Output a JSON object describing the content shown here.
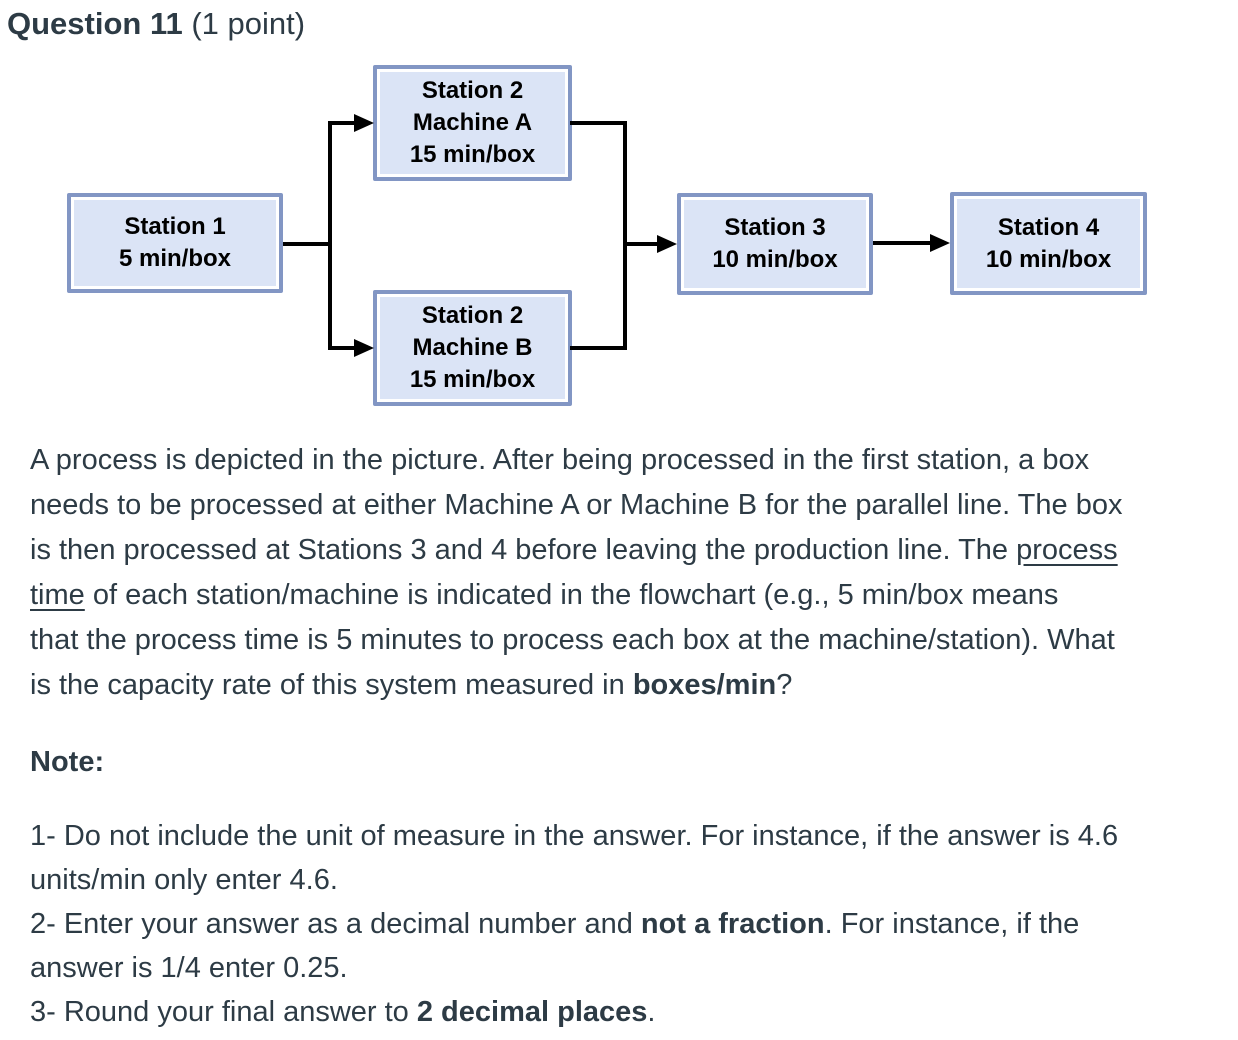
{
  "header": {
    "question_label": "Question 11",
    "points_label": " (1 point)"
  },
  "flowchart": {
    "boxes": {
      "station2a": {
        "lines": [
          "Station 2",
          "Machine A",
          "15 min/box"
        ]
      },
      "station1": {
        "lines": [
          "Station 1",
          "5 min/box"
        ]
      },
      "station2b": {
        "lines": [
          "Station 2",
          "Machine B",
          "15 min/box"
        ]
      },
      "station3": {
        "lines": [
          "Station 3",
          "10 min/box"
        ]
      },
      "station4": {
        "lines": [
          "Station 4",
          "10 min/box"
        ]
      }
    },
    "colors": {
      "box_fill": "#dbe4f6",
      "box_border": "#8296c4",
      "box_inner_line": "#ffffff",
      "connector": "#000000"
    }
  },
  "question": {
    "body_lines": [
      [
        {
          "t": "A process is depicted in the picture. After being processed in the first station, a box"
        }
      ],
      [
        {
          "t": "needs to be processed at either Machine A or Machine B for the parallel line. The box"
        }
      ],
      [
        {
          "t": "is then processed at Stations 3 and 4 before leaving the production line. The "
        },
        {
          "t": "process",
          "u": true
        }
      ],
      [
        {
          "t": "time",
          "u": true
        },
        {
          "t": " of each station/machine is indicated in the flowchart (e.g., 5 min/box means"
        }
      ],
      [
        {
          "t": "that the process time is 5 minutes to process each box at the machine/station). What"
        }
      ],
      [
        {
          "t": "is the capacity rate of this system measured in "
        },
        {
          "t": "boxes/min",
          "b": true
        },
        {
          "t": "?"
        }
      ]
    ],
    "note_label": "Note:",
    "note_lines": [
      [
        {
          "t": "1- Do not include the unit of measure in the answer. For instance, if the answer is 4.6"
        }
      ],
      [
        {
          "t": "units/min only enter 4.6."
        }
      ],
      [
        {
          "t": "2- Enter your answer as a decimal number and "
        },
        {
          "t": "not a fraction",
          "b": true
        },
        {
          "t": ". For instance, if the"
        }
      ],
      [
        {
          "t": "answer is 1/4 enter 0.25."
        }
      ],
      [
        {
          "t": "3- Round your final answer to "
        },
        {
          "t": "2 decimal places",
          "b": true
        },
        {
          "t": "."
        }
      ]
    ]
  }
}
